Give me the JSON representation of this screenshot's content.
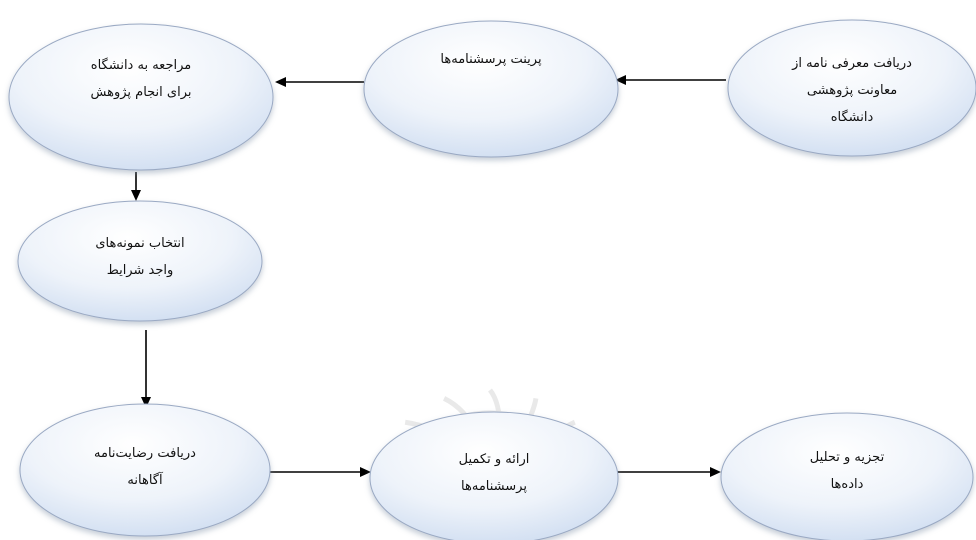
{
  "diagram": {
    "colors": {
      "node_fill_light": "#ffffff",
      "node_fill_mid": "#eef3fa",
      "node_fill_dark": "#c5d6ee",
      "node_stroke": "#9aa9c3",
      "arrow": "#000000",
      "watermark": "#d8d8d8"
    },
    "nodes": [
      {
        "id": "intro-letter",
        "lines": [
          "دریافت معرفی نامه از",
          "معاونت پژوهشی",
          "دانشگاه"
        ]
      },
      {
        "id": "print-questionnaires",
        "lines": [
          "پرینت پرسشنامه‌ها"
        ]
      },
      {
        "id": "visit-university",
        "lines": [
          "مراجعه به دانشگاه",
          "برای انجام پژوهش"
        ]
      },
      {
        "id": "select-samples",
        "lines": [
          "انتخاب نمونه‌های",
          "واجد شرایط"
        ]
      },
      {
        "id": "informed-consent",
        "lines": [
          "دریافت رضایت‌نامه",
          "آگاهانه"
        ]
      },
      {
        "id": "complete-questionnaires",
        "lines": [
          "ارائه و تکمیل",
          "پرسشنامه‌ها"
        ]
      },
      {
        "id": "data-analysis",
        "lines": [
          "تجزیه و تحلیل",
          "داده‌ها"
        ]
      }
    ],
    "edges": [
      {
        "from": "intro-letter",
        "to": "print-questionnaires"
      },
      {
        "from": "print-questionnaires",
        "to": "visit-university"
      },
      {
        "from": "visit-university",
        "to": "select-samples"
      },
      {
        "from": "select-samples",
        "to": "informed-consent"
      },
      {
        "from": "informed-consent",
        "to": "complete-questionnaires"
      },
      {
        "from": "complete-questionnaires",
        "to": "data-analysis"
      }
    ]
  }
}
